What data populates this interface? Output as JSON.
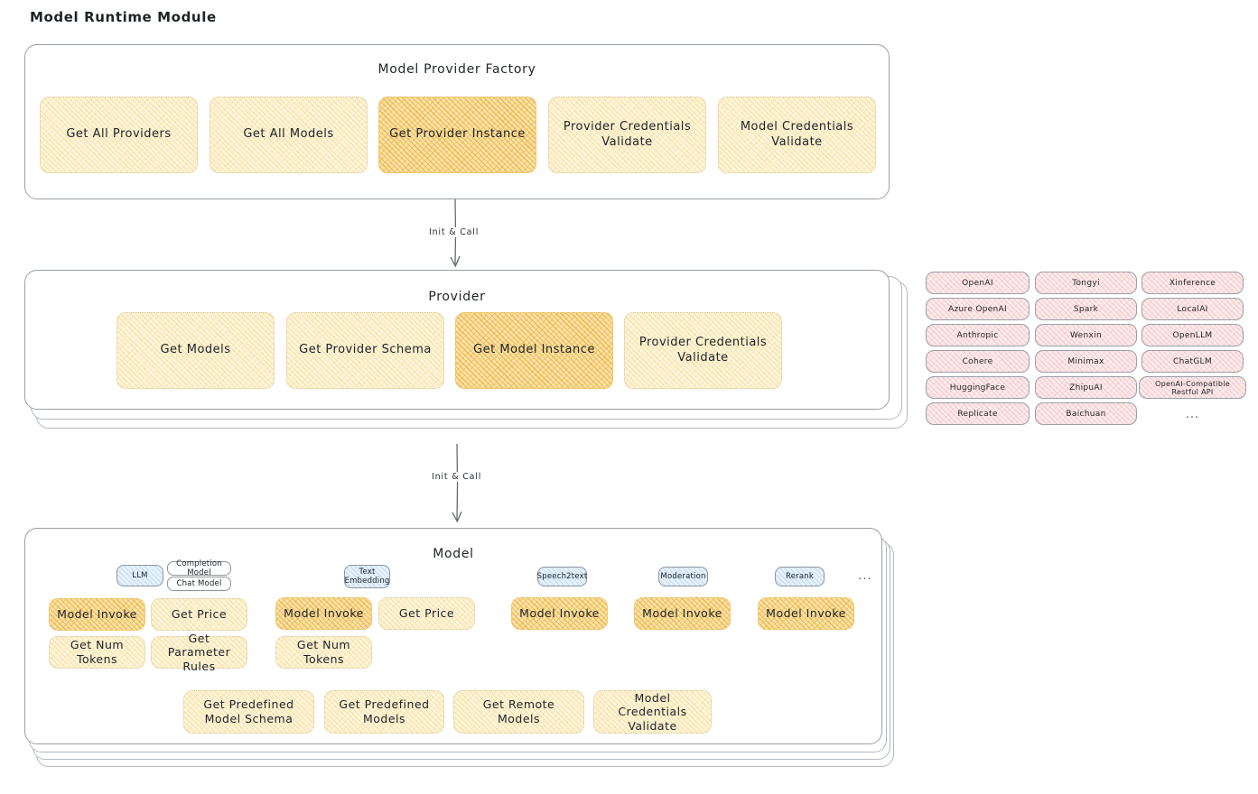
{
  "diagram": {
    "title": "Model Runtime Module",
    "colors": {
      "accent_yellow": "#fdf5dd",
      "accent_yellow_highlight": "#fbe3ab",
      "accent_pink": "#fdeced",
      "accent_blue": "#e7f1fb",
      "panel_border": "#9aa0a6",
      "text": "#1f2328"
    }
  },
  "factory": {
    "title": "Model Provider Factory",
    "methods": [
      {
        "label": "Get All Providers",
        "highlighted": false
      },
      {
        "label": "Get All Models",
        "highlighted": false
      },
      {
        "label": "Get Provider Instance",
        "highlighted": true
      },
      {
        "label": "Provider Credentials Validate",
        "highlighted": false
      },
      {
        "label": "Model Credentials Validate",
        "highlighted": false
      }
    ]
  },
  "arrows": [
    {
      "label": "Init & Call"
    },
    {
      "label": "Init & Call"
    }
  ],
  "provider": {
    "title": "Provider",
    "methods": [
      {
        "label": "Get Models",
        "highlighted": false
      },
      {
        "label": "Get Provider Schema",
        "highlighted": false
      },
      {
        "label": "Get Model Instance",
        "highlighted": true
      },
      {
        "label": "Provider Credentials Validate",
        "highlighted": false
      }
    ]
  },
  "provider_list": {
    "columns": [
      [
        "OpenAI",
        "Azure OpenAI",
        "Anthropic",
        "Cohere",
        "HuggingFace",
        "Replicate"
      ],
      [
        "Tongyi",
        "Spark",
        "Wenxin",
        "Minimax",
        "ZhipuAI",
        "Baichuan"
      ],
      [
        "Xinference",
        "LocalAI",
        "OpenLLM",
        "ChatGLM",
        "OpenAI-Compatible Restful API"
      ]
    ],
    "more": "..."
  },
  "model": {
    "title": "Model",
    "more": "...",
    "types": [
      {
        "name": "LLM",
        "subtags": [
          "Completion Model",
          "Chat Model"
        ],
        "methods": [
          {
            "label": "Model Invoke",
            "highlighted": true
          },
          {
            "label": "Get Price",
            "highlighted": false
          },
          {
            "label": "Get Num Tokens",
            "highlighted": false
          },
          {
            "label": "Get Parameter Rules",
            "highlighted": false
          }
        ]
      },
      {
        "name": "Text Embedding",
        "subtags": [],
        "methods": [
          {
            "label": "Model Invoke",
            "highlighted": true
          },
          {
            "label": "Get Price",
            "highlighted": false
          },
          {
            "label": "Get Num Tokens",
            "highlighted": false
          }
        ]
      },
      {
        "name": "Speech2text",
        "subtags": [],
        "methods": [
          {
            "label": "Model Invoke",
            "highlighted": true
          }
        ]
      },
      {
        "name": "Moderation",
        "subtags": [],
        "methods": [
          {
            "label": "Model Invoke",
            "highlighted": true
          }
        ]
      },
      {
        "name": "Rerank",
        "subtags": [],
        "methods": [
          {
            "label": "Model Invoke",
            "highlighted": true
          }
        ]
      }
    ],
    "common_methods": [
      {
        "label": "Get Predefined Model Schema"
      },
      {
        "label": "Get Predefined Models"
      },
      {
        "label": "Get Remote Models"
      },
      {
        "label": "Model Credentials Validate"
      }
    ]
  }
}
